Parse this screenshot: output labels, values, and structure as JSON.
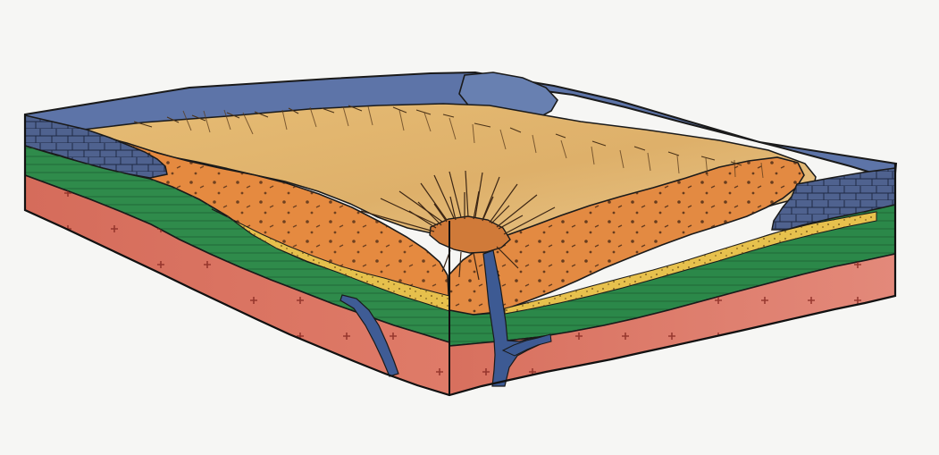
{
  "figure": {
    "description_visible_text": "",
    "colors": {
      "paper": "#f6f6f4",
      "sky_water_blue": "#5f74a8",
      "blue_rock": "#53669d",
      "green_layer": "#2f8a4a",
      "green_dark": "#1f6e38",
      "red_basement": "#d96b5b",
      "red_dark": "#c24f42",
      "orange_sediment": "#e68b3f",
      "tan_surface": "#e3b56d",
      "tan_light": "#eccb8d",
      "yellow_sand": "#e7c24a",
      "dike_blue": "#3f5d95",
      "outline": "#1a1a1a"
    },
    "icons": [
      "block-diagram",
      "basement-crosses",
      "intrusive-dike",
      "stratified-layers",
      "fan-deposit",
      "escarpment-blocks"
    ]
  }
}
